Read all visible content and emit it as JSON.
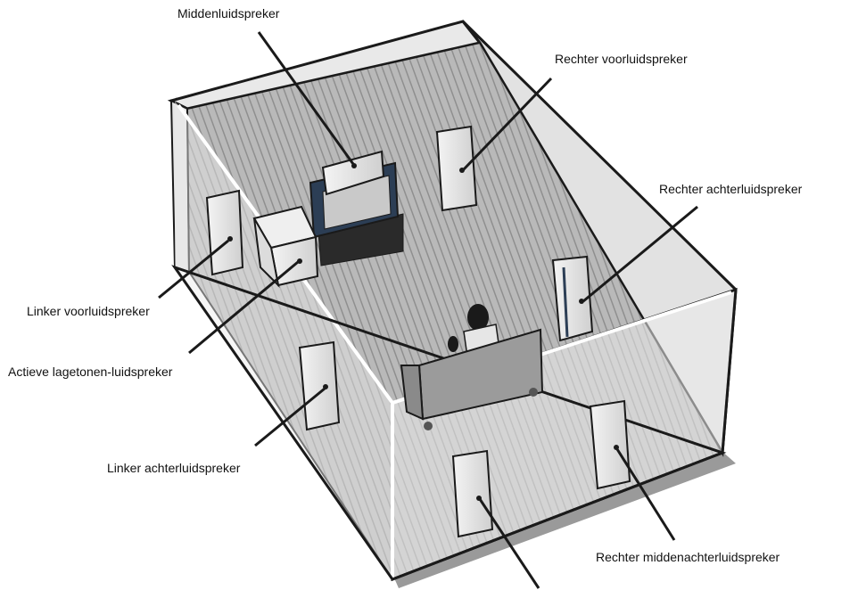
{
  "labels": {
    "center": "Middenluidspreker",
    "front_right": "Rechter voorluidspreker",
    "rear_right": "Rechter achterluidspreker",
    "front_left": "Linker voorluidspreker",
    "subwoofer": "Actieve lagetonen-luidspreker",
    "rear_left": "Linker achterluidspreker",
    "rear_center_right": "Rechter middenachterluidspreker"
  },
  "colors": {
    "floor": "#b9b9b9",
    "floor_lines": "#8f8f8f",
    "walls": "#ececec",
    "outline": "#1a1a1a",
    "tv_frame": "#2c3e55",
    "speaker": "#e4e4e4"
  }
}
